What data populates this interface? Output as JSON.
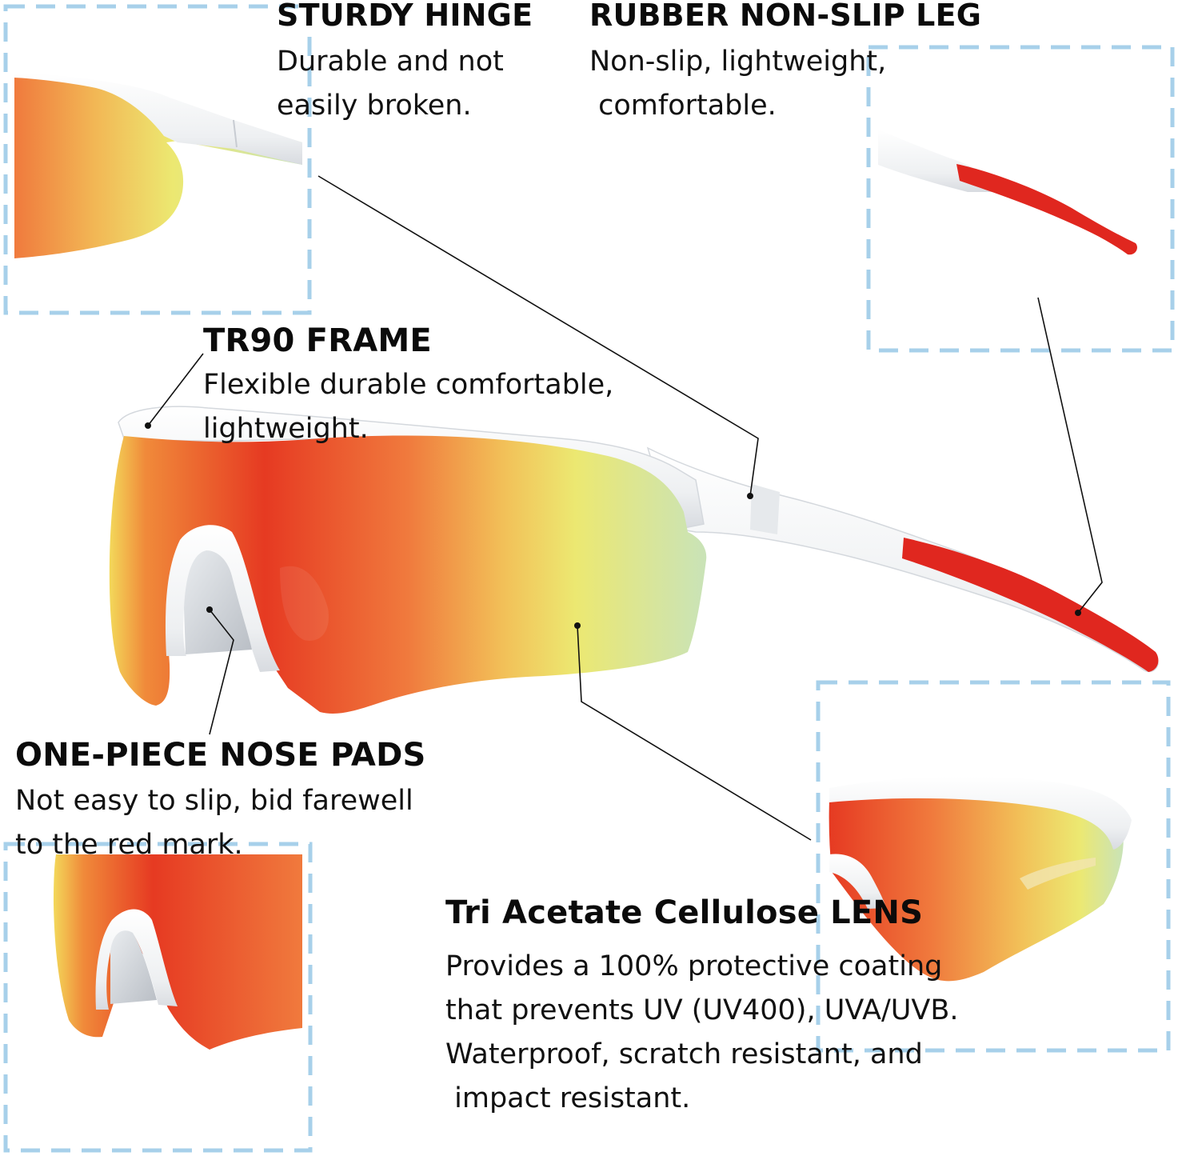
{
  "colors": {
    "frame_border": "#a7d0ea",
    "frame_white": "#f4f5f6",
    "rubber_red": "#e0271f",
    "lens_red": "#e63a22",
    "lens_orange": "#f07a3d",
    "lens_yellow": "#ece871",
    "lens_green": "#c9e3b8",
    "leader_line": "#111111"
  },
  "icons": {
    "glasses_main": "sport-sunglasses-side-view",
    "detail_hinge": "lens-edge-detail",
    "detail_leg": "red-temple-tip-detail",
    "detail_nose": "nose-pad-detail",
    "detail_lens": "mirror-lens-detail"
  },
  "features": {
    "hinge": {
      "title": "STURDY HINGE",
      "line1": "Durable and not",
      "line2": "easily broken."
    },
    "leg": {
      "title": "RUBBER NON-SLIP LEG",
      "line1": "Non-slip, lightweight,",
      "line2": " comfortable."
    },
    "frame": {
      "title": "TR90 FRAME",
      "line1": "Flexible durable comfortable,",
      "line2": "lightweight."
    },
    "nose": {
      "title": "ONE-PIECE NOSE PADS",
      "line1": "Not easy to slip, bid farewell",
      "line2": "to the red mark."
    },
    "lens": {
      "title": "Tri Acetate Cellulose LENS",
      "line1": "Provides a 100% protective coating",
      "line2": "that prevents UV (UV400), UVA/UVB.",
      "line3": "Waterproof, scratch resistant, and",
      "line4": " impact resistant."
    }
  }
}
